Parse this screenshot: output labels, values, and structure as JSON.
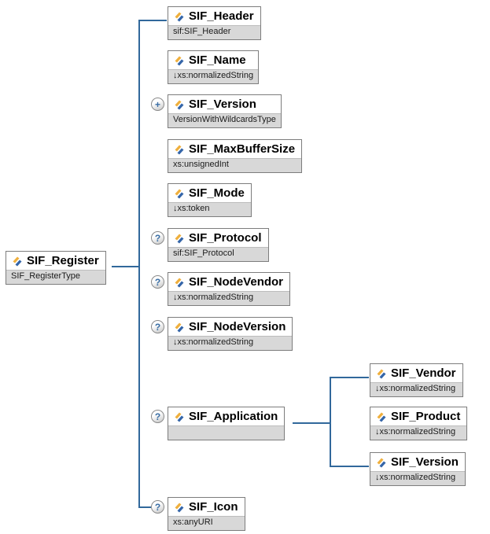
{
  "diagram": {
    "root": {
      "id": "sif-register",
      "label": "SIF_Register",
      "type": "SIF_RegisterType"
    },
    "children": [
      {
        "id": "sif-header",
        "label": "SIF_Header",
        "type": "sif:SIF_Header",
        "indicator": null
      },
      {
        "id": "sif-name",
        "label": "SIF_Name",
        "type": "↓xs:normalizedString",
        "indicator": null
      },
      {
        "id": "sif-version",
        "label": "SIF_Version",
        "type": "VersionWithWildcardsType",
        "indicator": "plus"
      },
      {
        "id": "sif-maxbuffersize",
        "label": "SIF_MaxBufferSize",
        "type": "xs:unsignedInt",
        "indicator": null
      },
      {
        "id": "sif-mode",
        "label": "SIF_Mode",
        "type": "↓xs:token",
        "indicator": null
      },
      {
        "id": "sif-protocol",
        "label": "SIF_Protocol",
        "type": "sif:SIF_Protocol",
        "indicator": "question"
      },
      {
        "id": "sif-nodevendor",
        "label": "SIF_NodeVendor",
        "type": "↓xs:normalizedString",
        "indicator": "question"
      },
      {
        "id": "sif-nodeversion",
        "label": "SIF_NodeVersion",
        "type": "↓xs:normalizedString",
        "indicator": "question"
      },
      {
        "id": "sif-application",
        "label": "SIF_Application",
        "type": "",
        "indicator": "question"
      },
      {
        "id": "sif-icon",
        "label": "SIF_Icon",
        "type": "xs:anyURI",
        "indicator": "question"
      }
    ],
    "application_children": [
      {
        "id": "sif-vendor",
        "label": "SIF_Vendor",
        "type": "↓xs:normalizedString"
      },
      {
        "id": "sif-product",
        "label": "SIF_Product",
        "type": "↓xs:normalizedString"
      },
      {
        "id": "sif-version-child",
        "label": "SIF_Version",
        "type": "↓xs:normalizedString"
      }
    ],
    "indicator_glyphs": {
      "plus": "+",
      "question": "?"
    },
    "colors": {
      "connector": "#31689B",
      "box_border": "#7D7D7D",
      "subtitle_bg": "#D8D8D8",
      "indicator_symbol": "#3A6EA5",
      "icon_yellow": "#EFAF3C",
      "icon_blue": "#3465A8"
    }
  }
}
